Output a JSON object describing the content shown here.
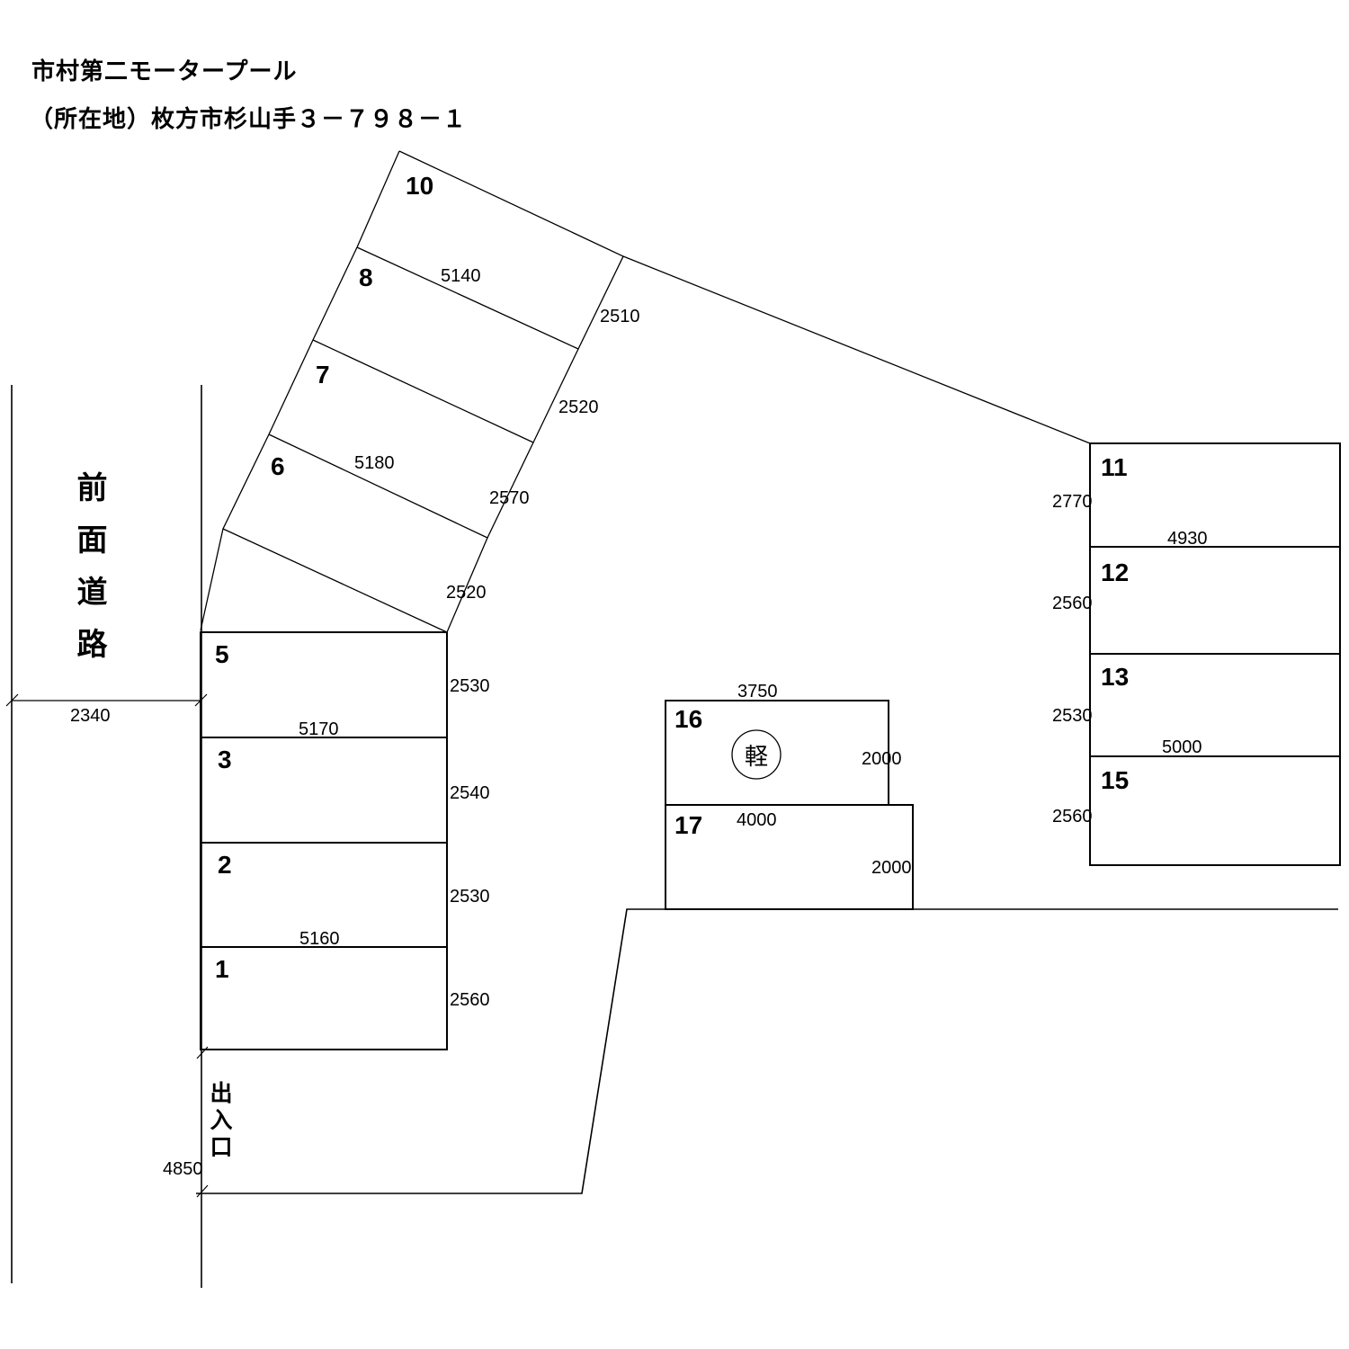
{
  "title": "市村第二モータープール",
  "address": "（所在地）枚方市杉山手３－７９８－１",
  "road": {
    "name": "前面道路",
    "width": "2340"
  },
  "entrance": {
    "name": "出入口",
    "width": "4850"
  },
  "upper_block": {
    "spaces": [
      {
        "no": "10",
        "edge": "2510",
        "depth": "5140"
      },
      {
        "no": "8",
        "edge": "2520"
      },
      {
        "no": "7",
        "edge": "2570",
        "depth": "5180"
      },
      {
        "no": "6",
        "edge": "2520"
      }
    ]
  },
  "left_block": {
    "spaces": [
      {
        "no": "5",
        "edge": "2530",
        "depth": "5170"
      },
      {
        "no": "3",
        "edge": "2540"
      },
      {
        "no": "2",
        "edge": "2530",
        "depth": "5160"
      },
      {
        "no": "1",
        "edge": "2560"
      }
    ]
  },
  "center_block": {
    "spaces": [
      {
        "no": "16",
        "width": "3750",
        "height": "2000",
        "mark": "軽"
      },
      {
        "no": "17",
        "width": "4000",
        "height": "2000"
      }
    ]
  },
  "right_block": {
    "spaces": [
      {
        "no": "11",
        "edge": "2770",
        "depth": "4930"
      },
      {
        "no": "12",
        "edge": "2560"
      },
      {
        "no": "13",
        "edge": "2530",
        "depth": "5000"
      },
      {
        "no": "15",
        "edge": "2560"
      }
    ]
  }
}
